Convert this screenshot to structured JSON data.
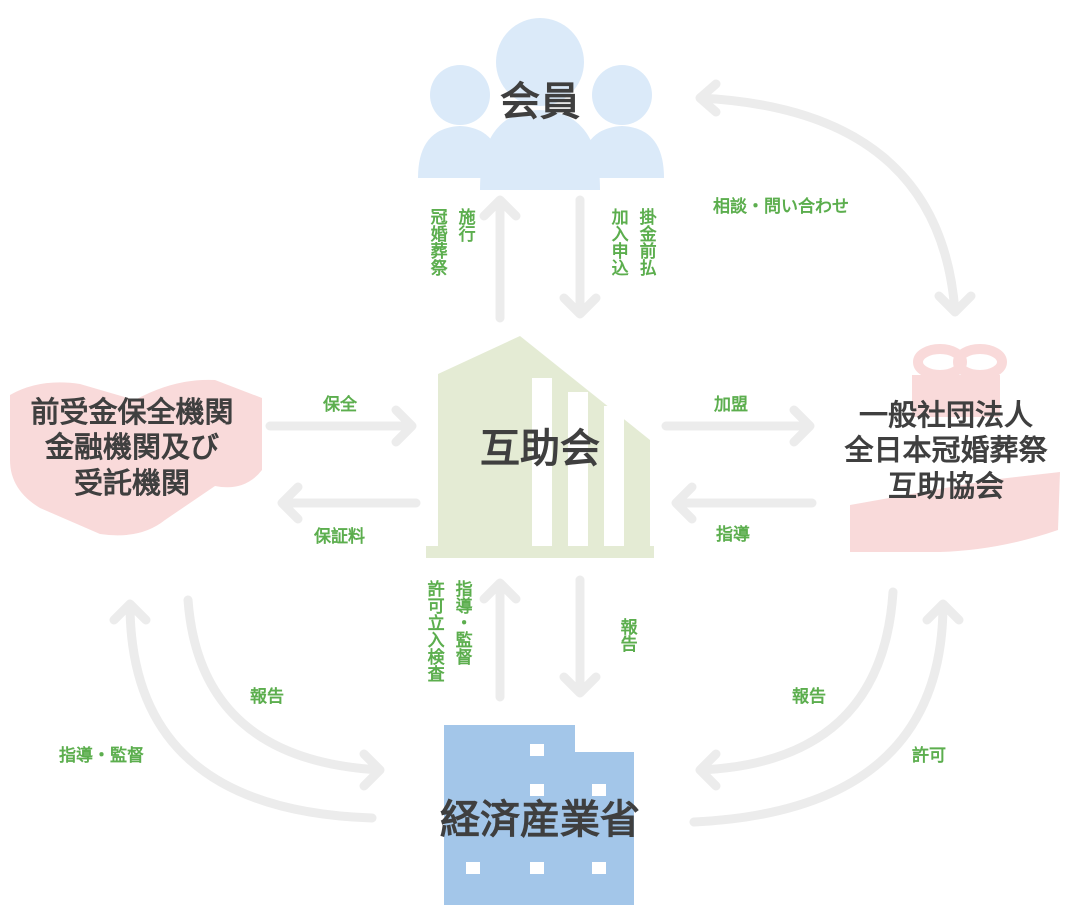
{
  "colors": {
    "arrow": "#ececec",
    "label": "#5cae4e",
    "member_icon": "#dbeaf9",
    "building": "#e4ebd4",
    "ministry": "#a3c6e9",
    "handshake": "#f9dada",
    "gift": "#f9dada",
    "text": "#3f3f3f"
  },
  "nodes": {
    "members": {
      "label": "会員",
      "icon": "people-icon"
    },
    "mutual_aid": {
      "label": "互助会",
      "icon": "building-icon"
    },
    "trustee": {
      "label_lines": [
        "前受金保全機関",
        "金融機関及び",
        "受託機関"
      ],
      "icon": "handshake-icon"
    },
    "association": {
      "label_lines": [
        "一般社団法人",
        "全日本冠婚葬祭",
        "互助協会"
      ],
      "icon": "gift-hand-icon"
    },
    "ministry": {
      "label": "経済産業省",
      "icon": "office-building-icon"
    }
  },
  "edges": {
    "members_to_mutual_a": "掛金前払",
    "members_to_mutual_b": "加入申込",
    "mutual_to_members_a": "施行",
    "mutual_to_members_b": "冠婚葬祭",
    "members_association": "相談・問い合わせ",
    "trustee_guarantee": "保全",
    "trustee_fee": "保証料",
    "association_join": "加盟",
    "association_guidance": "指導",
    "ministry_to_mutual_a": "指導・監督",
    "ministry_to_mutual_b": "許可立入検査",
    "mutual_to_ministry": "報告",
    "trustee_to_ministry": "報告",
    "ministry_to_trustee": "指導・監督",
    "association_to_ministry": "報告",
    "ministry_to_association": "許可"
  }
}
